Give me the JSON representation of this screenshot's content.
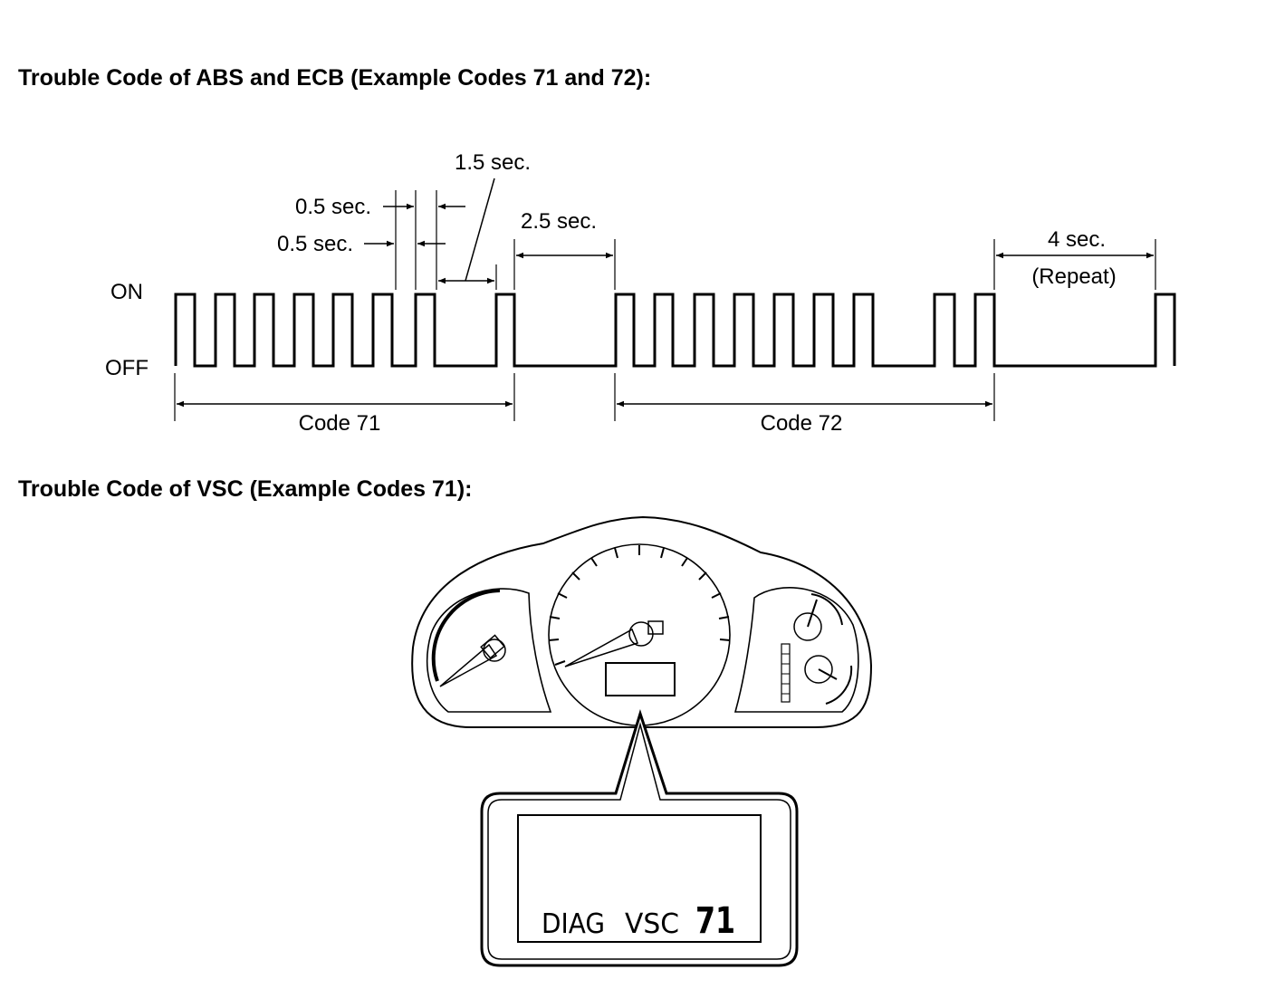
{
  "headings": {
    "abs_ecb": "Trouble Code of ABS and ECB (Example Codes 71 and 72):",
    "vsc": "Trouble Code of VSC (Example Codes 71):"
  },
  "timing_chart": {
    "state_on": "ON",
    "state_off": "OFF",
    "labels": {
      "pulse_on": "0.5 sec.",
      "pulse_off": "0.5 sec.",
      "digit_gap": "1.5 sec.",
      "code_gap": "2.5 sec.",
      "repeat_gap": "4 sec.",
      "repeat_note": "(Repeat)"
    },
    "codes": [
      {
        "label": "Code 71",
        "first_digit_pulses": 7,
        "second_digit_pulses": 1
      },
      {
        "label": "Code 72",
        "first_digit_pulses": 7,
        "second_digit_pulses": 2
      }
    ]
  },
  "cluster": {
    "lcd_word_1": "DIAG",
    "lcd_word_2": "VSC",
    "lcd_code": "71"
  }
}
